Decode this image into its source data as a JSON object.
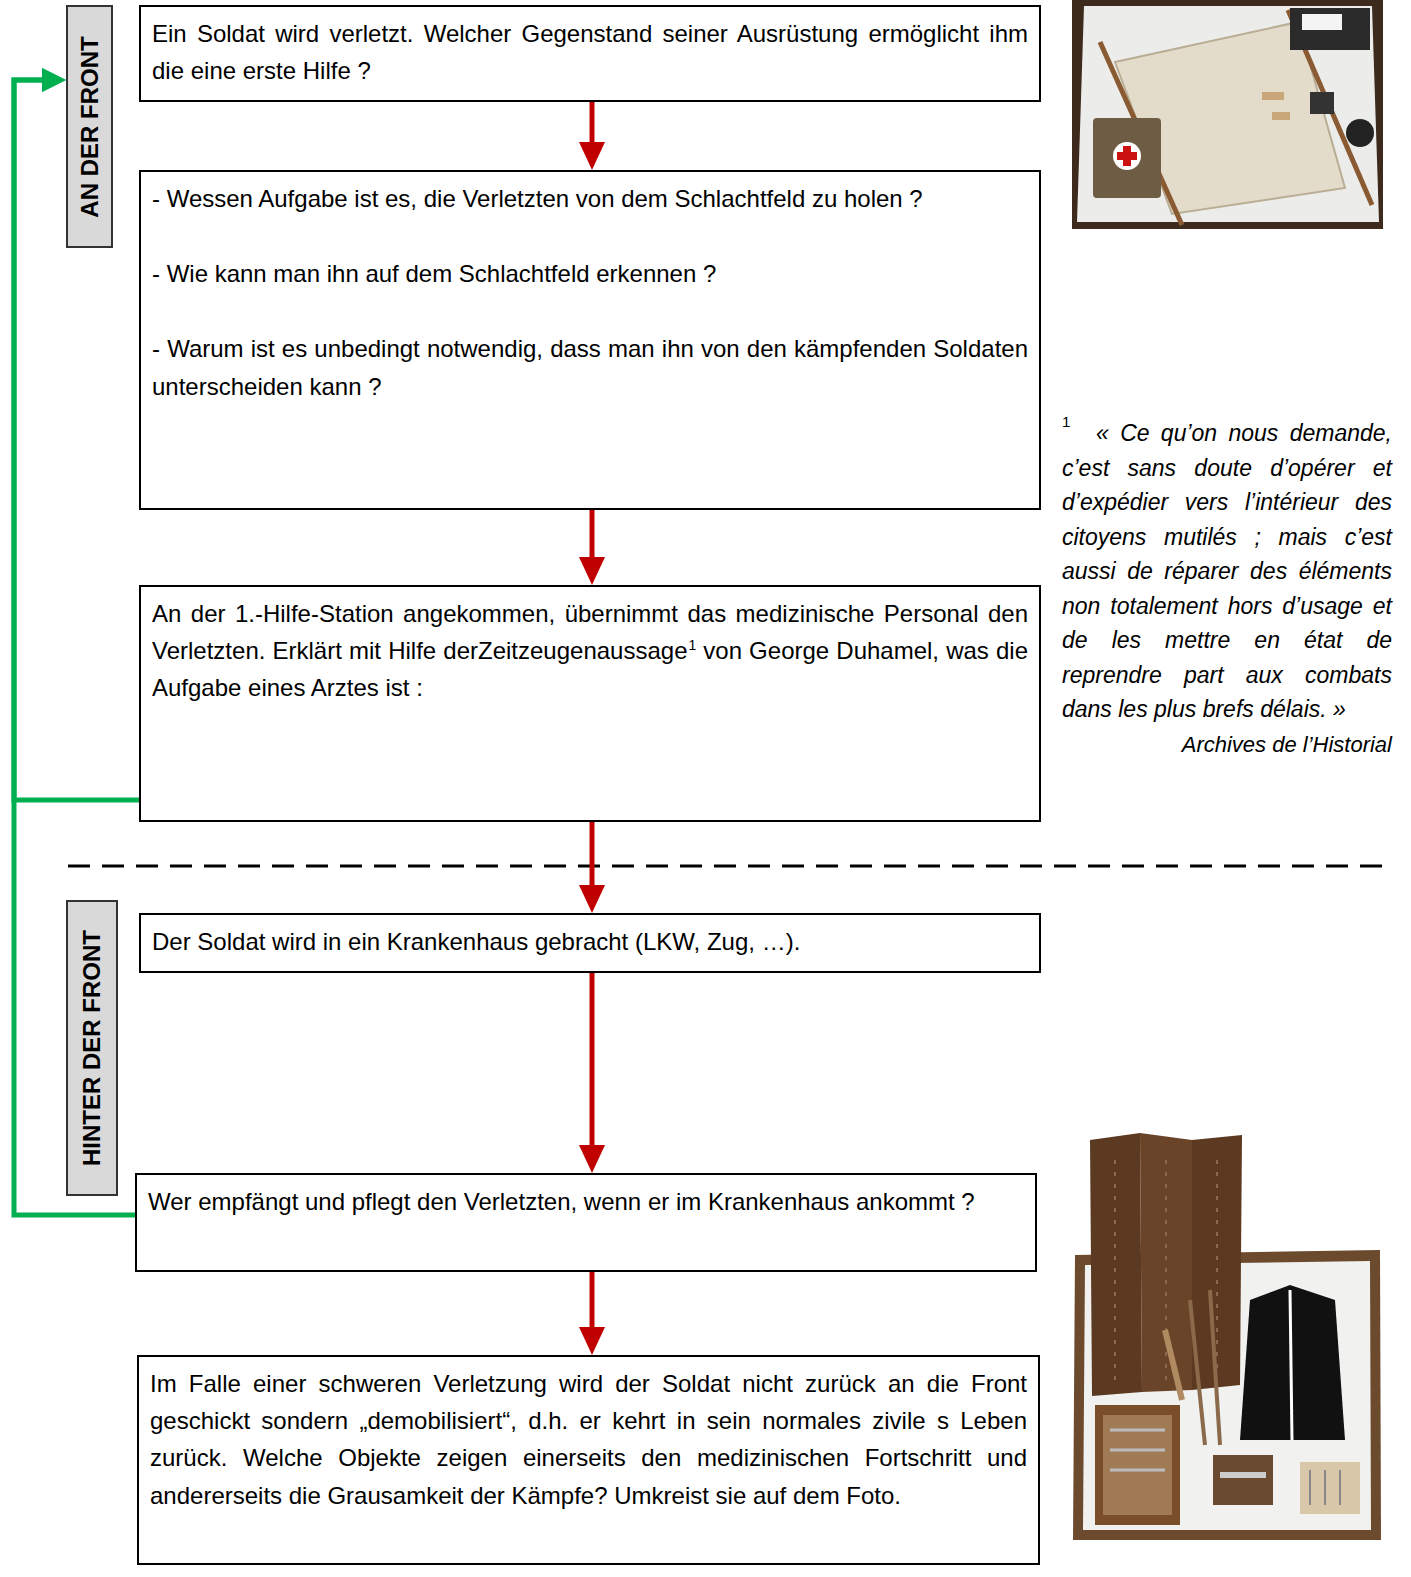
{
  "diagram": {
    "nodes": [
      {
        "text": [
          "AN DER FRONT"
        ]
      },
      {
        "text": [
          "Ein Soldat wird verletzt. Welcher Gegenstand seiner Ausrüstung ermöglicht ihm die eine erste Hilfe ?"
        ]
      },
      {
        "text": [
          "- Wessen Aufgabe ist es, die Verletzten von dem Schlachtfeld zu holen ?",
          "- Wie kann man ihn auf dem Schlachtfeld erkennen ?",
          "- Warum ist es unbedingt notwendig, dass man ihn von den kämpfenden Soldaten unterscheiden kann ?"
        ]
      },
      {
        "text": [
          "An der 1.-Hilfe-Station angekommen, übernimmt das medizinische Personal den Verletzten. Erklärt mit Hilfe derZeitzeugenaussage",
          "1",
          "von George Duhamel, was die Aufgabe eines Arztes ist :"
        ]
      },
      {
        "text": [
          "HINTER DER FRONT"
        ]
      },
      {
        "text": [
          "Der Soldat wird in ein Krankenhaus gebracht (LKW, Zug, …)."
        ]
      },
      {
        "text": [
          "Wer empfängt und pflegt den Verletzten, wenn er im Krankenhaus ankommt ?"
        ]
      },
      {
        "text": [
          "Im Falle einer schweren Verletzung wird der Soldat nicht zurück an die Front geschickt sondern „demobilisiert“, d.h. er kehrt in sein normales zivile s Leben zurück. Welche Objekte zeigen einerseits den medizinischen Fortschritt und andererseits die Grausamkeit der Kämpfe? Umkreist sie auf dem Foto."
        ]
      }
    ],
    "edges": [
      {
        "from": 1,
        "to": 2,
        "arrow": "to"
      },
      {
        "from": 2,
        "to": 3,
        "arrow": "to"
      },
      {
        "from": 3,
        "to": 5,
        "arrow": "to"
      },
      {
        "from": 5,
        "to": 6,
        "arrow": "to"
      },
      {
        "from": 6,
        "to": 7,
        "arrow": "to"
      },
      {
        "from": 3,
        "to": 0,
        "arrow": "to"
      },
      {
        "from": 6,
        "to": 0,
        "arrow": "to"
      }
    ],
    "labels": [
      "1",
      "« Ce qu’on nous demande, c’est sans doute d’opérer et d’expédier vers l’intérieur des citoyens mutilés ; mais c’est aussi de réparer des éléments non totalement hors d’usage et de les mettre en état de reprendre part aux combats dans les plus brefs délais. »",
      "Archives de l’Historial"
    ]
  }
}
